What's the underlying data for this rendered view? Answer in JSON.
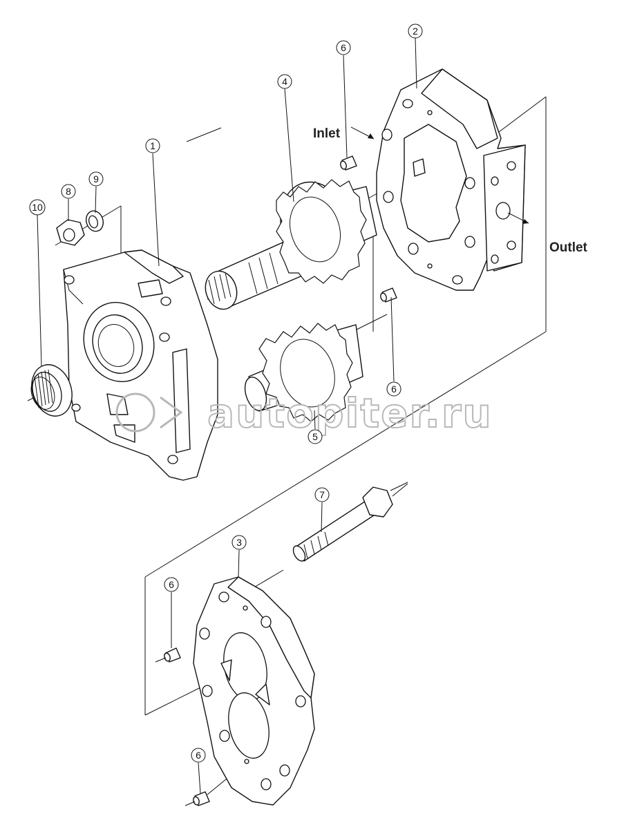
{
  "diagram": {
    "callouts": [
      {
        "id": "1",
        "text": "1"
      },
      {
        "id": "2",
        "text": "2"
      },
      {
        "id": "3",
        "text": "3"
      },
      {
        "id": "4",
        "text": "4"
      },
      {
        "id": "5",
        "text": "5"
      },
      {
        "id": "6a",
        "text": "6"
      },
      {
        "id": "6b",
        "text": "6"
      },
      {
        "id": "6c",
        "text": "6"
      },
      {
        "id": "6d",
        "text": "6"
      },
      {
        "id": "7",
        "text": "7"
      },
      {
        "id": "8",
        "text": "8"
      },
      {
        "id": "9",
        "text": "9"
      },
      {
        "id": "10",
        "text": "10"
      }
    ],
    "ports": {
      "inlet": "Inlet",
      "outlet": "Outlet"
    },
    "watermark": "autopiter.ru"
  }
}
